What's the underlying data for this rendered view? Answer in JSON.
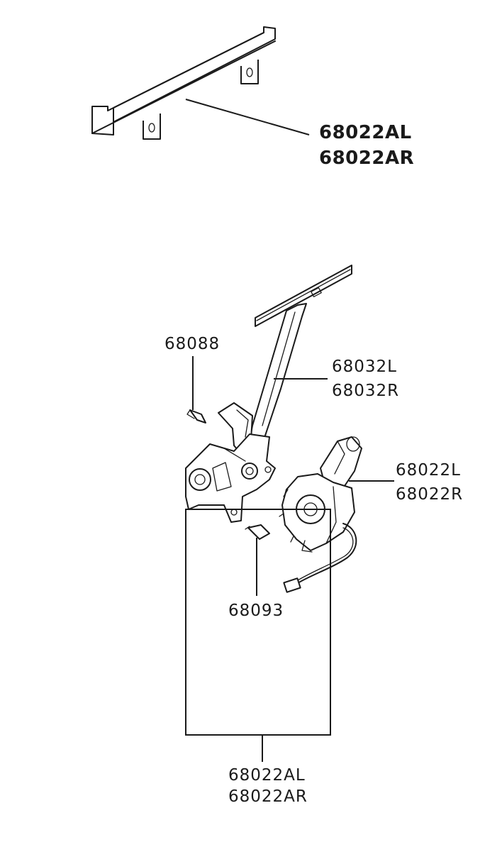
{
  "labels": {
    "channel_top": [
      "68022AL",
      "68022AR"
    ],
    "bolt": "68088",
    "regulator_arm": [
      "68032L",
      "68032R"
    ],
    "motor": [
      "68022L",
      "68022R"
    ],
    "screw": "68093",
    "assembly": [
      "68022AL",
      "68022AR"
    ]
  }
}
